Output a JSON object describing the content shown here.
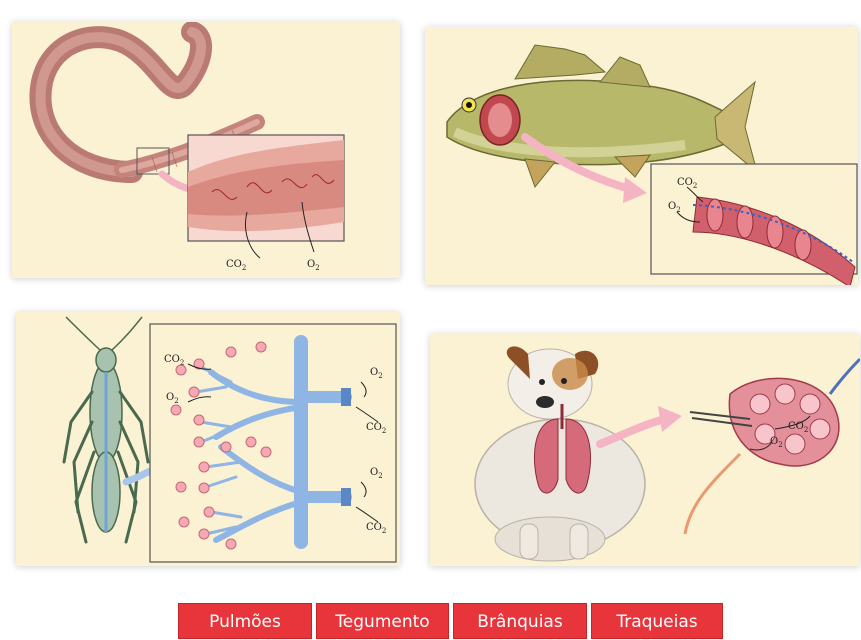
{
  "panels": {
    "worm": {
      "labels": [
        "CO2",
        "O2"
      ]
    },
    "fish": {
      "labels": [
        "CO2",
        "O2"
      ]
    },
    "insect": {
      "labels": [
        "CO2",
        "O2",
        "O2",
        "CO2",
        "O2",
        "CO2"
      ]
    },
    "dog": {
      "labels": [
        "CO2",
        "O2"
      ]
    }
  },
  "options": [
    "Pulmões",
    "Tegumento",
    "Brânquias",
    "Traqueias"
  ],
  "colors": {
    "panel_bg": "#fbf1d3",
    "button_bg": "#e8353b",
    "button_text": "#ffffff",
    "arrow_pink": "#f4b4c4",
    "arrow_blue": "#a9c6ea"
  }
}
